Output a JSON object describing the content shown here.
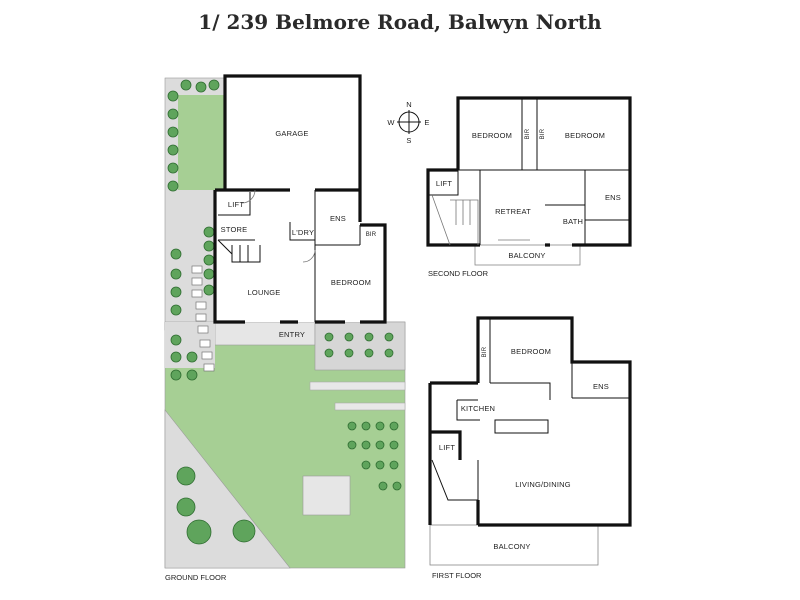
{
  "title": "1/ 239 Belmore Road, Balwyn North",
  "compass": {
    "n": "N",
    "s": "S",
    "e": "E",
    "w": "W"
  },
  "ground_floor": {
    "label": "GROUND FLOOR",
    "rooms": {
      "garage": "GARAGE",
      "lift": "LIFT",
      "store": "STORE",
      "laundry": "L'DRY",
      "ensuite": "ENS",
      "bir": "BIR",
      "bedroom": "BEDROOM",
      "lounge": "LOUNGE",
      "entry": "ENTRY"
    }
  },
  "second_floor": {
    "label": "SECOND FLOOR",
    "rooms": {
      "bedroom1": "BEDROOM",
      "bir1": "BIR",
      "bir2": "BIR",
      "bedroom2": "BEDROOM",
      "lift": "LIFT",
      "retreat": "RETREAT",
      "bath": "BATH",
      "ensuite": "ENS",
      "balcony": "BALCONY"
    }
  },
  "first_floor": {
    "label": "FIRST FLOOR",
    "rooms": {
      "bir": "BIR",
      "bedroom": "BEDROOM",
      "ensuite": "ENS",
      "kitchen": "KITCHEN",
      "lift": "LIFT",
      "living_dining": "LIVING/DINING",
      "balcony": "BALCONY"
    }
  },
  "colors": {
    "lawn": "#a6cf94",
    "paving": "#dcdcdc",
    "tree": "#5fa45c"
  }
}
